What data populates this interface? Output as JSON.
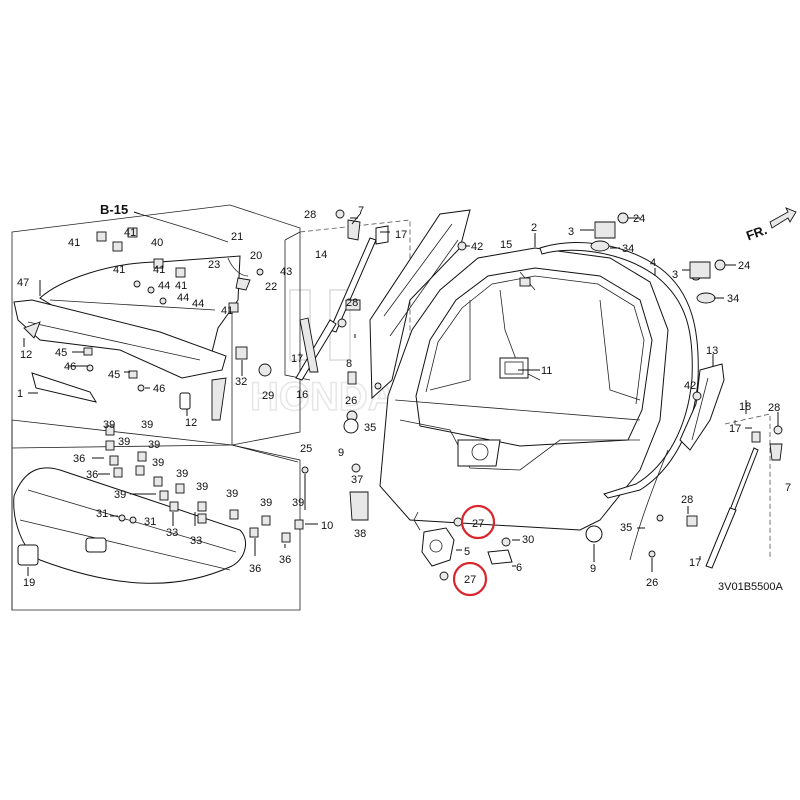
{
  "diagram_code": "3V01B5500A",
  "ref_label": "B-15",
  "direction_label": "FR.",
  "callouts": {
    "c1": "1",
    "c2": "2",
    "c3a": "3",
    "c3b": "3",
    "c4": "4",
    "c5": "5",
    "c6": "6",
    "c7a": "7",
    "c7b": "7",
    "c8": "8",
    "c9a": "9",
    "c9b": "9",
    "c10": "10",
    "c11": "11",
    "c12a": "12",
    "c12b": "12",
    "c13": "13",
    "c14": "14",
    "c15": "15",
    "c16": "16",
    "c17a": "17",
    "c17b": "17",
    "c17c": "17",
    "c17d": "17",
    "c18": "18",
    "c19": "19",
    "c20": "20",
    "c21": "21",
    "c22": "22",
    "c23": "23",
    "c24a": "24",
    "c24b": "24",
    "c25": "25",
    "c26a": "26",
    "c26b": "26",
    "c27a": "27",
    "c27b": "27",
    "c28a": "28",
    "c28b": "28",
    "c28c": "28",
    "c28d": "28",
    "c29": "29",
    "c30": "30",
    "c31a": "31",
    "c31b": "31",
    "c32": "32",
    "c33a": "33",
    "c33b": "33",
    "c34a": "34",
    "c34b": "34",
    "c35a": "35",
    "c35b": "35",
    "c36a": "36",
    "c36b": "36",
    "c36c": "36",
    "c36d": "36",
    "c37": "37",
    "c38": "38",
    "c39a": "39",
    "c39b": "39",
    "c39c": "39",
    "c39d": "39",
    "c39e": "39",
    "c39f": "39",
    "c39g": "39",
    "c39h": "39",
    "c39i": "39",
    "c39j": "39",
    "c39k": "39",
    "c40": "40",
    "c41a": "41",
    "c41b": "41",
    "c41c": "41",
    "c41d": "41",
    "c41e": "41",
    "c42a": "42",
    "c42b": "42",
    "c43": "43",
    "c44a": "44",
    "c44b": "44",
    "c44c": "44",
    "c45a": "45",
    "c45b": "45",
    "c46a": "46",
    "c46b": "46",
    "c47": "47"
  },
  "highlight_color": "#d8262c",
  "line_color": "#111111"
}
